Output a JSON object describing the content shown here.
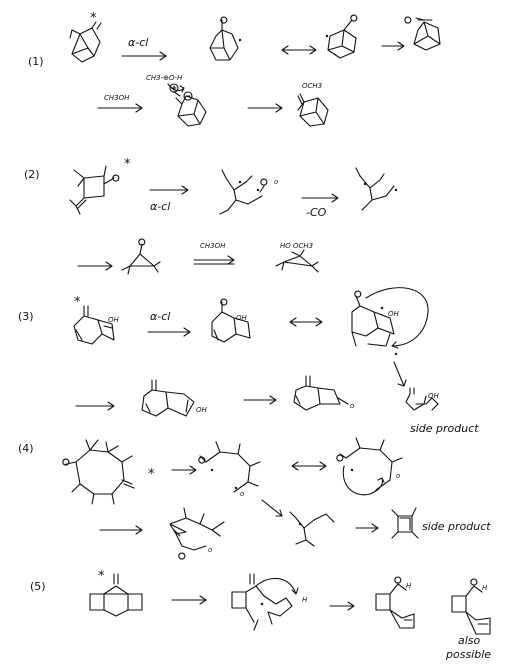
{
  "problems": [
    {
      "label": "(1)",
      "star": "*",
      "cond_1": "α-cl",
      "cond_2": "CH3OH",
      "protonated": "CH3-⊕O-H",
      "product": "OCH3"
    },
    {
      "label": "(2)",
      "star": "*",
      "cond_1": "α-cl",
      "loss": "-CO",
      "cond_2": "CH3OH",
      "product": "HO   OCH3"
    },
    {
      "label": "(3)",
      "star": "*",
      "oh": "OH",
      "cond_1": "α-cl",
      "side_product": "side product"
    },
    {
      "label": "(4)",
      "star": "*",
      "side_product": "side product"
    },
    {
      "label": "(5)",
      "star": "*",
      "product_h": "H",
      "also": "also",
      "possible": "possible"
    }
  ]
}
